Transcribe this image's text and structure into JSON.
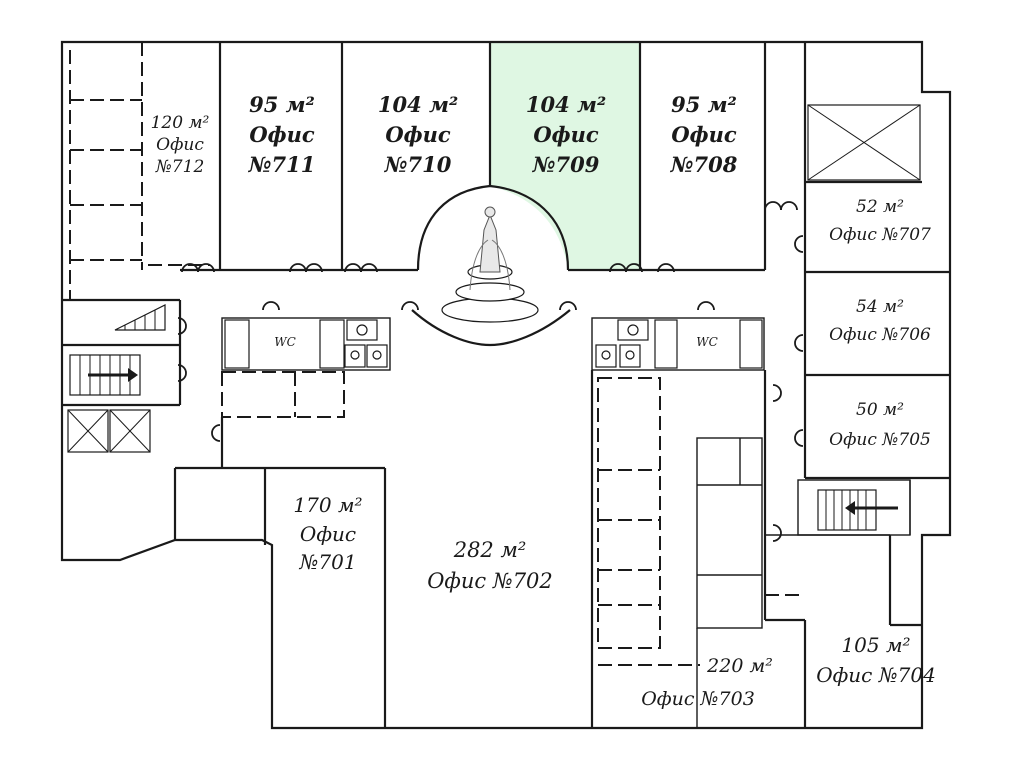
{
  "colors": {
    "highlight": "#dff7e3",
    "line": "#1a1a1a",
    "background": "#ffffff"
  },
  "rooms": {
    "r712": {
      "area": "120 м²",
      "title": "Офис",
      "number": "№712"
    },
    "r711": {
      "area": "95 м²",
      "title": "Офис",
      "number": "№711"
    },
    "r710": {
      "area": "104 м²",
      "title": "Офис",
      "number": "№710"
    },
    "r709": {
      "area": "104 м²",
      "title": "Офис",
      "number": "№709",
      "highlighted": true
    },
    "r708": {
      "area": "95 м²",
      "title": "Офис",
      "number": "№708"
    },
    "r707": {
      "area": "52 м²",
      "label": "Офис №707"
    },
    "r706": {
      "area": "54 м²",
      "label": "Офис №706"
    },
    "r705": {
      "area": "50 м²",
      "label": "Офис №705"
    },
    "r704": {
      "area": "105 м²",
      "label": "Офис №704"
    },
    "r703": {
      "area": "220 м²",
      "label": "Офис №703"
    },
    "r702": {
      "area": "282 м²",
      "label": "Офис №702"
    },
    "r701": {
      "area": "170 м²",
      "title": "Офис",
      "number": "№701"
    }
  },
  "wc": {
    "left": "WC",
    "right": "WC"
  },
  "icons": [
    "stair-icon",
    "elevator-shaft-icon",
    "fountain-icon",
    "wc-icon",
    "arrow-icon"
  ]
}
